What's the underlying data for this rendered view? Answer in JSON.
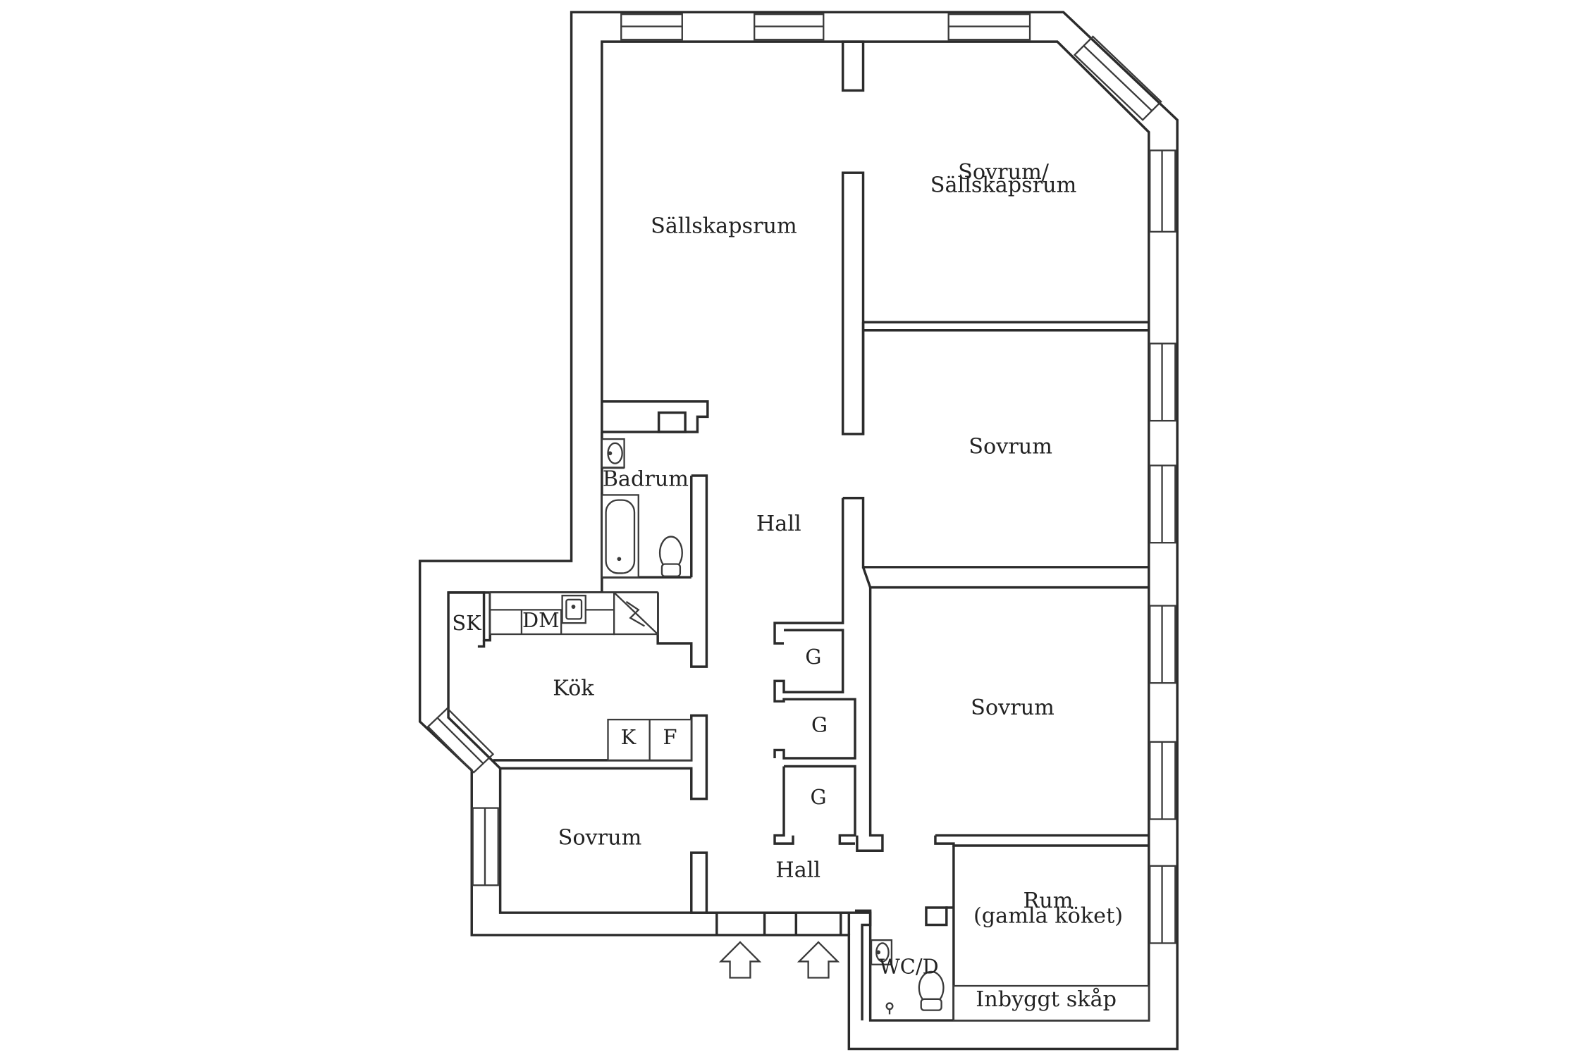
{
  "rooms": {
    "sallskapsrum": "Sällskapsrum",
    "sovrum_sallskapsrum_line1": "Sovrum/",
    "sovrum_sallskapsrum_line2": "Sällskapsrum",
    "sovrum_1": "Sovrum",
    "sovrum_2": "Sovrum",
    "sovrum_3": "Sovrum",
    "badrum": "Badrum",
    "hall_upper": "Hall",
    "hall_lower": "Hall",
    "kok": "Kök",
    "rum_line1": "Rum",
    "rum_line2": "(gamla köket)",
    "inbyggt_skap": "Inbyggt skåp",
    "wcd": "WC/D"
  },
  "fixtures": {
    "sk": "SK",
    "dm": "DM",
    "k": "K",
    "f": "F",
    "g1": "G",
    "g2": "G",
    "g3": "G"
  },
  "icons": {
    "entrance": "up-arrow-icon",
    "bathtub": "bathtub-icon",
    "toilet": "toilet-icon",
    "sink": "sink-icon",
    "chimney": "chimney-icon"
  },
  "colors": {
    "line": "#2b2b2b",
    "background": "#ffffff"
  }
}
